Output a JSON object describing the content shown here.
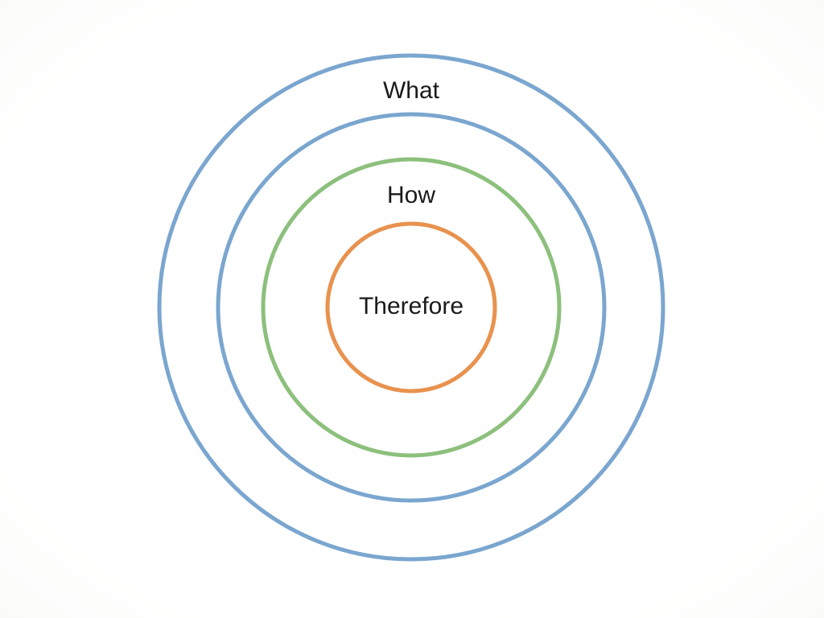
{
  "diagram": {
    "rings": [
      {
        "id": "outer",
        "color": "#7aa6cf"
      },
      {
        "id": "second",
        "color": "#7aa6cf"
      },
      {
        "id": "third",
        "color": "#8cc07c"
      },
      {
        "id": "inner",
        "color": "#e8924e"
      }
    ],
    "labels": {
      "what": "What",
      "how": "How",
      "therefore": "Therefore"
    }
  }
}
